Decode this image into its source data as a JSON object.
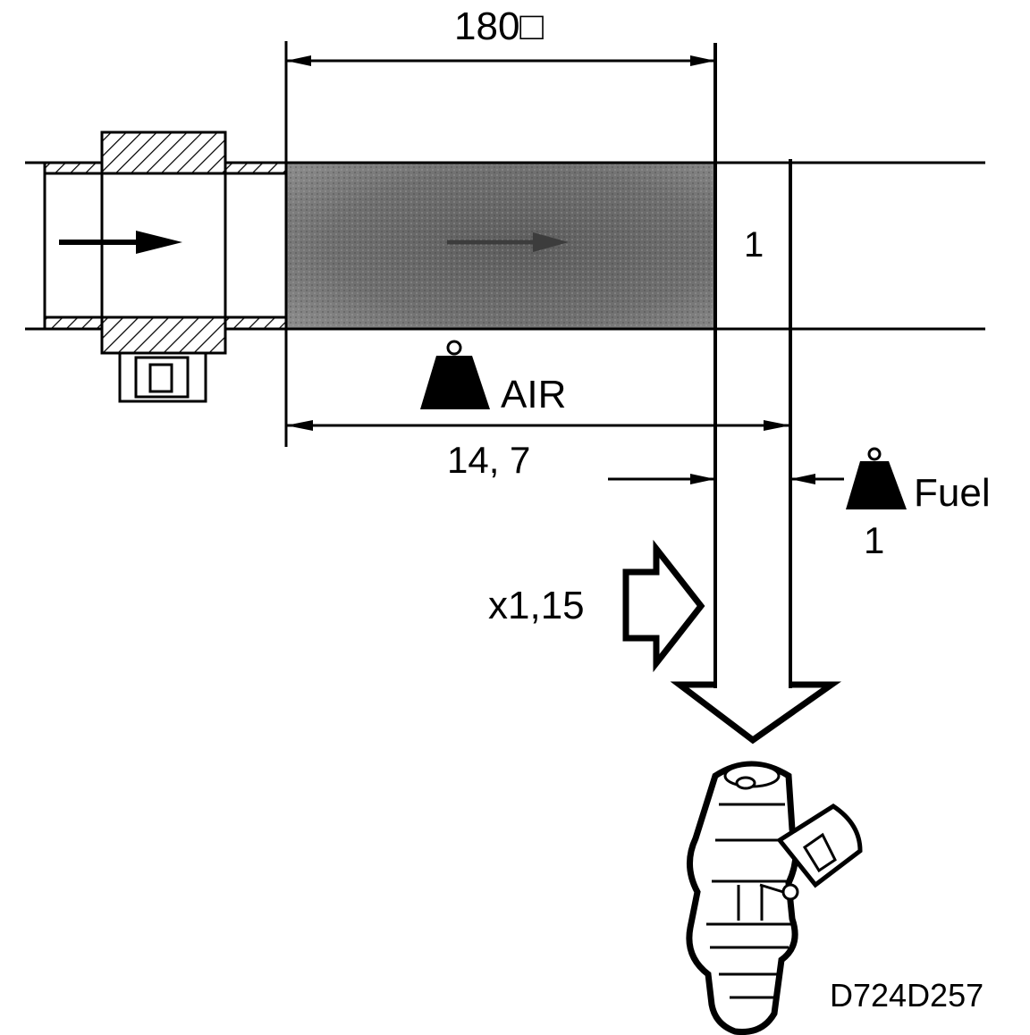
{
  "labels": {
    "angle": "180□",
    "top_unit": "1",
    "air": "AIR",
    "air_ratio": "14, 7",
    "fuel": "Fuel",
    "fuel_unit": "1",
    "correction_factor": "x1,15",
    "figure_code": "D724D257"
  },
  "colors": {
    "line": "#000000",
    "background": "#ffffff",
    "air_column_dark": "#555555",
    "air_column_light": "#8a8a8a"
  },
  "icons": [
    "weight-icon",
    "flow-arrow-icon",
    "hollow-arrow-icon",
    "injector-icon",
    "airflow-sensor-icon"
  ]
}
